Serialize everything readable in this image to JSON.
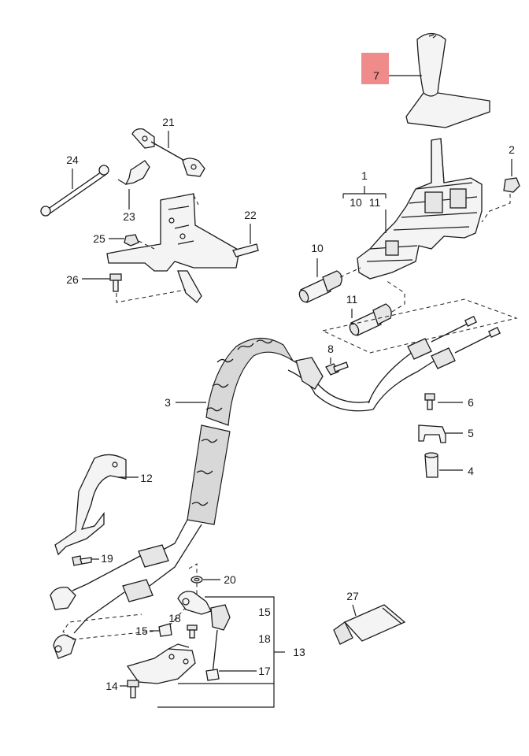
{
  "highlight_color": "#f08b8b",
  "labels": {
    "l1": "1",
    "l10a": "10",
    "l11a": "11",
    "l2": "2",
    "l3": "3",
    "l4": "4",
    "l5": "5",
    "l6": "6",
    "l7": "7",
    "l8": "8",
    "l10": "10",
    "l11": "11",
    "l12": "12",
    "l13": "13",
    "l14": "14",
    "l15a": "15",
    "l15b": "15",
    "l17": "17",
    "l18a": "18",
    "l18b": "18",
    "l19": "19",
    "l20": "20",
    "l21": "21",
    "l22": "22",
    "l23": "23",
    "l24": "24",
    "l25": "25",
    "l26": "26",
    "l27": "27"
  }
}
